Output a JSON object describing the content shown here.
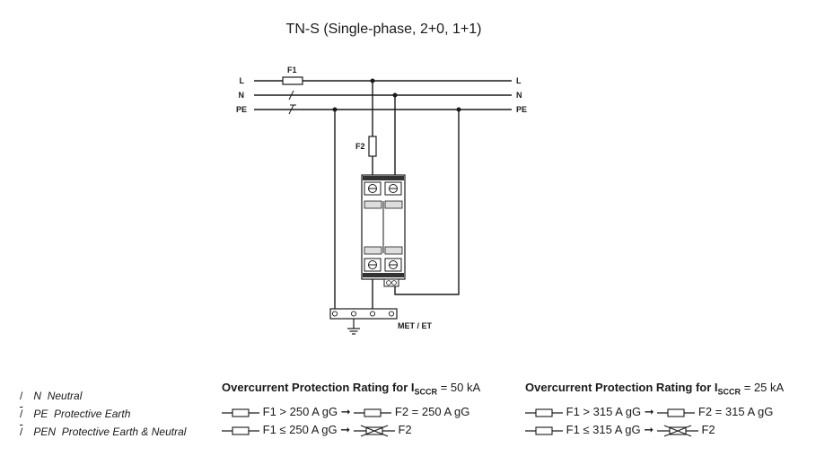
{
  "title": "TN-S (Single-phase, 2+0, 1+1)",
  "wires": {
    "left": [
      "L",
      "N",
      "PE"
    ],
    "right": [
      "L",
      "N",
      "PE"
    ],
    "fuse1": "F1",
    "fuse2": "F2",
    "terminal": "MET / ET"
  },
  "legend": [
    {
      "symbol": "/",
      "code": "N",
      "text": "Neutral"
    },
    {
      "symbol": "/",
      "code": "PE",
      "text": "Protective Earth"
    },
    {
      "symbol": "/",
      "code": "PEN",
      "text": "Protective Earth & Neutral"
    }
  ],
  "ratings": [
    {
      "heading": "Overcurrent Protection Rating for I",
      "subscript": "SCCR",
      "value": "= 50 kA",
      "row1_f1": "F1 >  250 A gG",
      "row1_f2": "F2 =  250 A gG",
      "row2_f1": "F1 ≤  250 A gG",
      "row2_f2": "F2"
    },
    {
      "heading": "Overcurrent Protection Rating for I",
      "subscript": "SCCR",
      "value": "= 25 kA",
      "row1_f1": "F1 >  315 A gG",
      "row1_f2": "F2 =  315 A gG",
      "row2_f1": "F1 ≤  315 A gG",
      "row2_f2": "F2"
    }
  ]
}
